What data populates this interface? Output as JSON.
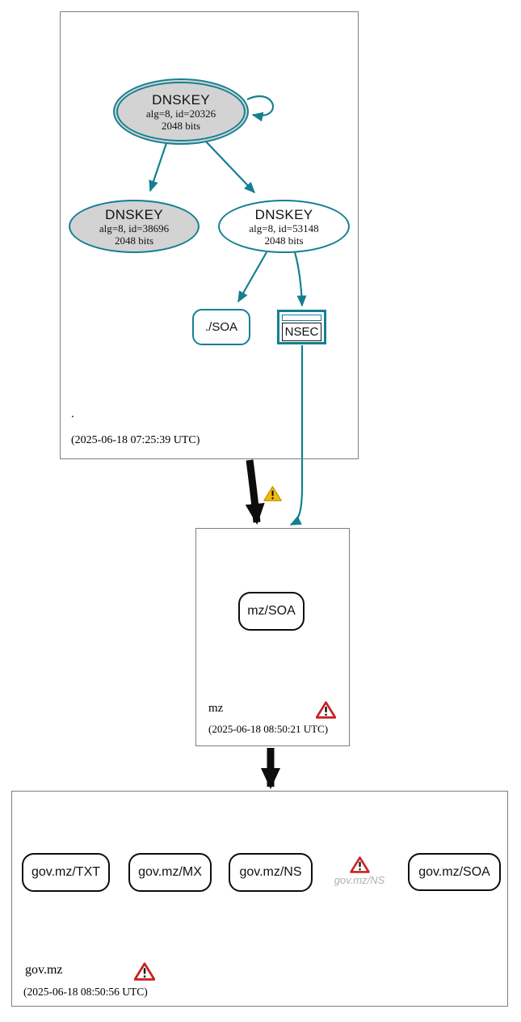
{
  "colors": {
    "secure_teal": "#157f92",
    "node_gray_fill": "#d3d3d3",
    "error_red": "#c9211e",
    "warning_yellow": "#f2bb0d",
    "zone_box_border": "#7f7f7f",
    "bogus_label_gray": "#b0b0b0"
  },
  "root_zone": {
    "name": ".",
    "timestamp": "(2025-06-18 07:25:39 UTC)",
    "ksk": {
      "type": "DNSKEY",
      "params": "alg=8, id=20326",
      "size": "2048 bits"
    },
    "zsk_left": {
      "type": "DNSKEY",
      "params": "alg=8, id=38696",
      "size": "2048 bits"
    },
    "zsk_right": {
      "type": "DNSKEY",
      "params": "alg=8, id=53148",
      "size": "2048 bits"
    },
    "soa_label": "./SOA",
    "nsec_label": "NSEC"
  },
  "mz_zone": {
    "name": "mz",
    "timestamp": "(2025-06-18 08:50:21 UTC)",
    "soa_label": "mz/SOA"
  },
  "govmz_zone": {
    "name": "gov.mz",
    "timestamp": "(2025-06-18 08:50:56 UTC)",
    "rrset_txt": "gov.mz/TXT",
    "rrset_mx": "gov.mz/MX",
    "rrset_ns": "gov.mz/NS",
    "rrset_soa": "gov.mz/SOA",
    "error_rrset_label": "gov.mz/NS"
  }
}
